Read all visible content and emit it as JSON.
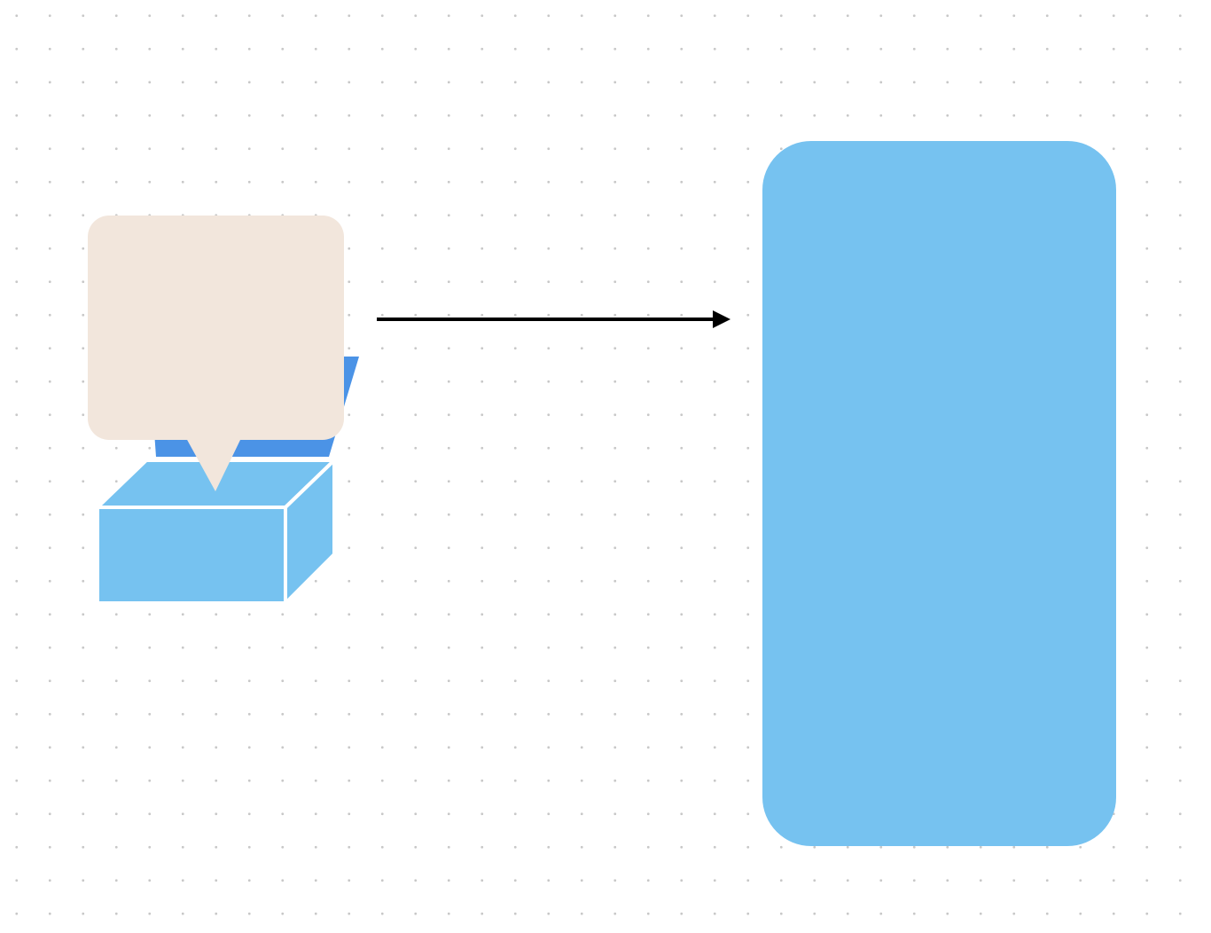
{
  "colors": {
    "background": "#ffffff",
    "grid_dot": "#c8c8c8",
    "box_face": "#76c2f0",
    "box_lid_inner": "#4b93e6",
    "box_edge": "#ffffff",
    "speech_bubble": "#f2e6dc",
    "arrow": "#000000",
    "target_panel": "#76c2f0"
  },
  "shapes": [
    {
      "name": "open-box-icon",
      "kind": "icon"
    },
    {
      "name": "speech-bubble",
      "kind": "callout",
      "text": ""
    },
    {
      "name": "connector-arrow",
      "kind": "arrow"
    },
    {
      "name": "target-panel",
      "kind": "rounded-rectangle",
      "text": ""
    }
  ]
}
